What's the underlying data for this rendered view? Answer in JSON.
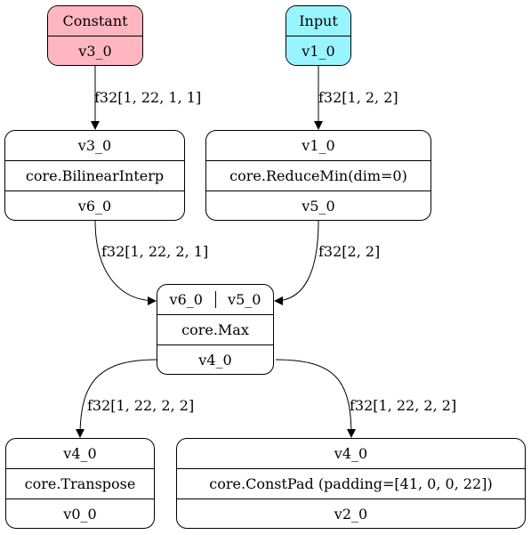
{
  "colors": {
    "constant_fill": "#ffb6c1",
    "input_fill": "#98f5ff",
    "stroke": "#000000"
  },
  "nodes": {
    "constant": {
      "title": "Constant",
      "output": "v3_0"
    },
    "input": {
      "title": "Input",
      "output": "v1_0"
    },
    "interp": {
      "input": "v3_0",
      "op": "core.BilinearInterp",
      "output": "v6_0"
    },
    "reducemin": {
      "input": "v1_0",
      "op": "core.ReduceMin(dim=0)",
      "output": "v5_0"
    },
    "max": {
      "input_a": "v6_0",
      "input_b": "v5_0",
      "op": "core.Max",
      "output": "v4_0"
    },
    "transpose": {
      "input": "v4_0",
      "op": "core.Transpose",
      "output": "v0_0"
    },
    "constpad": {
      "input": "v4_0",
      "op": "core.ConstPad (padding=[41, 0, 0, 22])",
      "output": "v2_0"
    }
  },
  "edges": {
    "constant_to_interp": "f32[1, 22, 1, 1]",
    "input_to_reducemin": "f32[1, 2, 2]",
    "interp_to_max": "f32[1, 22, 2, 1]",
    "reducemin_to_max": "f32[2, 2]",
    "max_to_transpose": "f32[1, 22, 2, 2]",
    "max_to_constpad": "f32[1, 22, 2, 2]"
  }
}
